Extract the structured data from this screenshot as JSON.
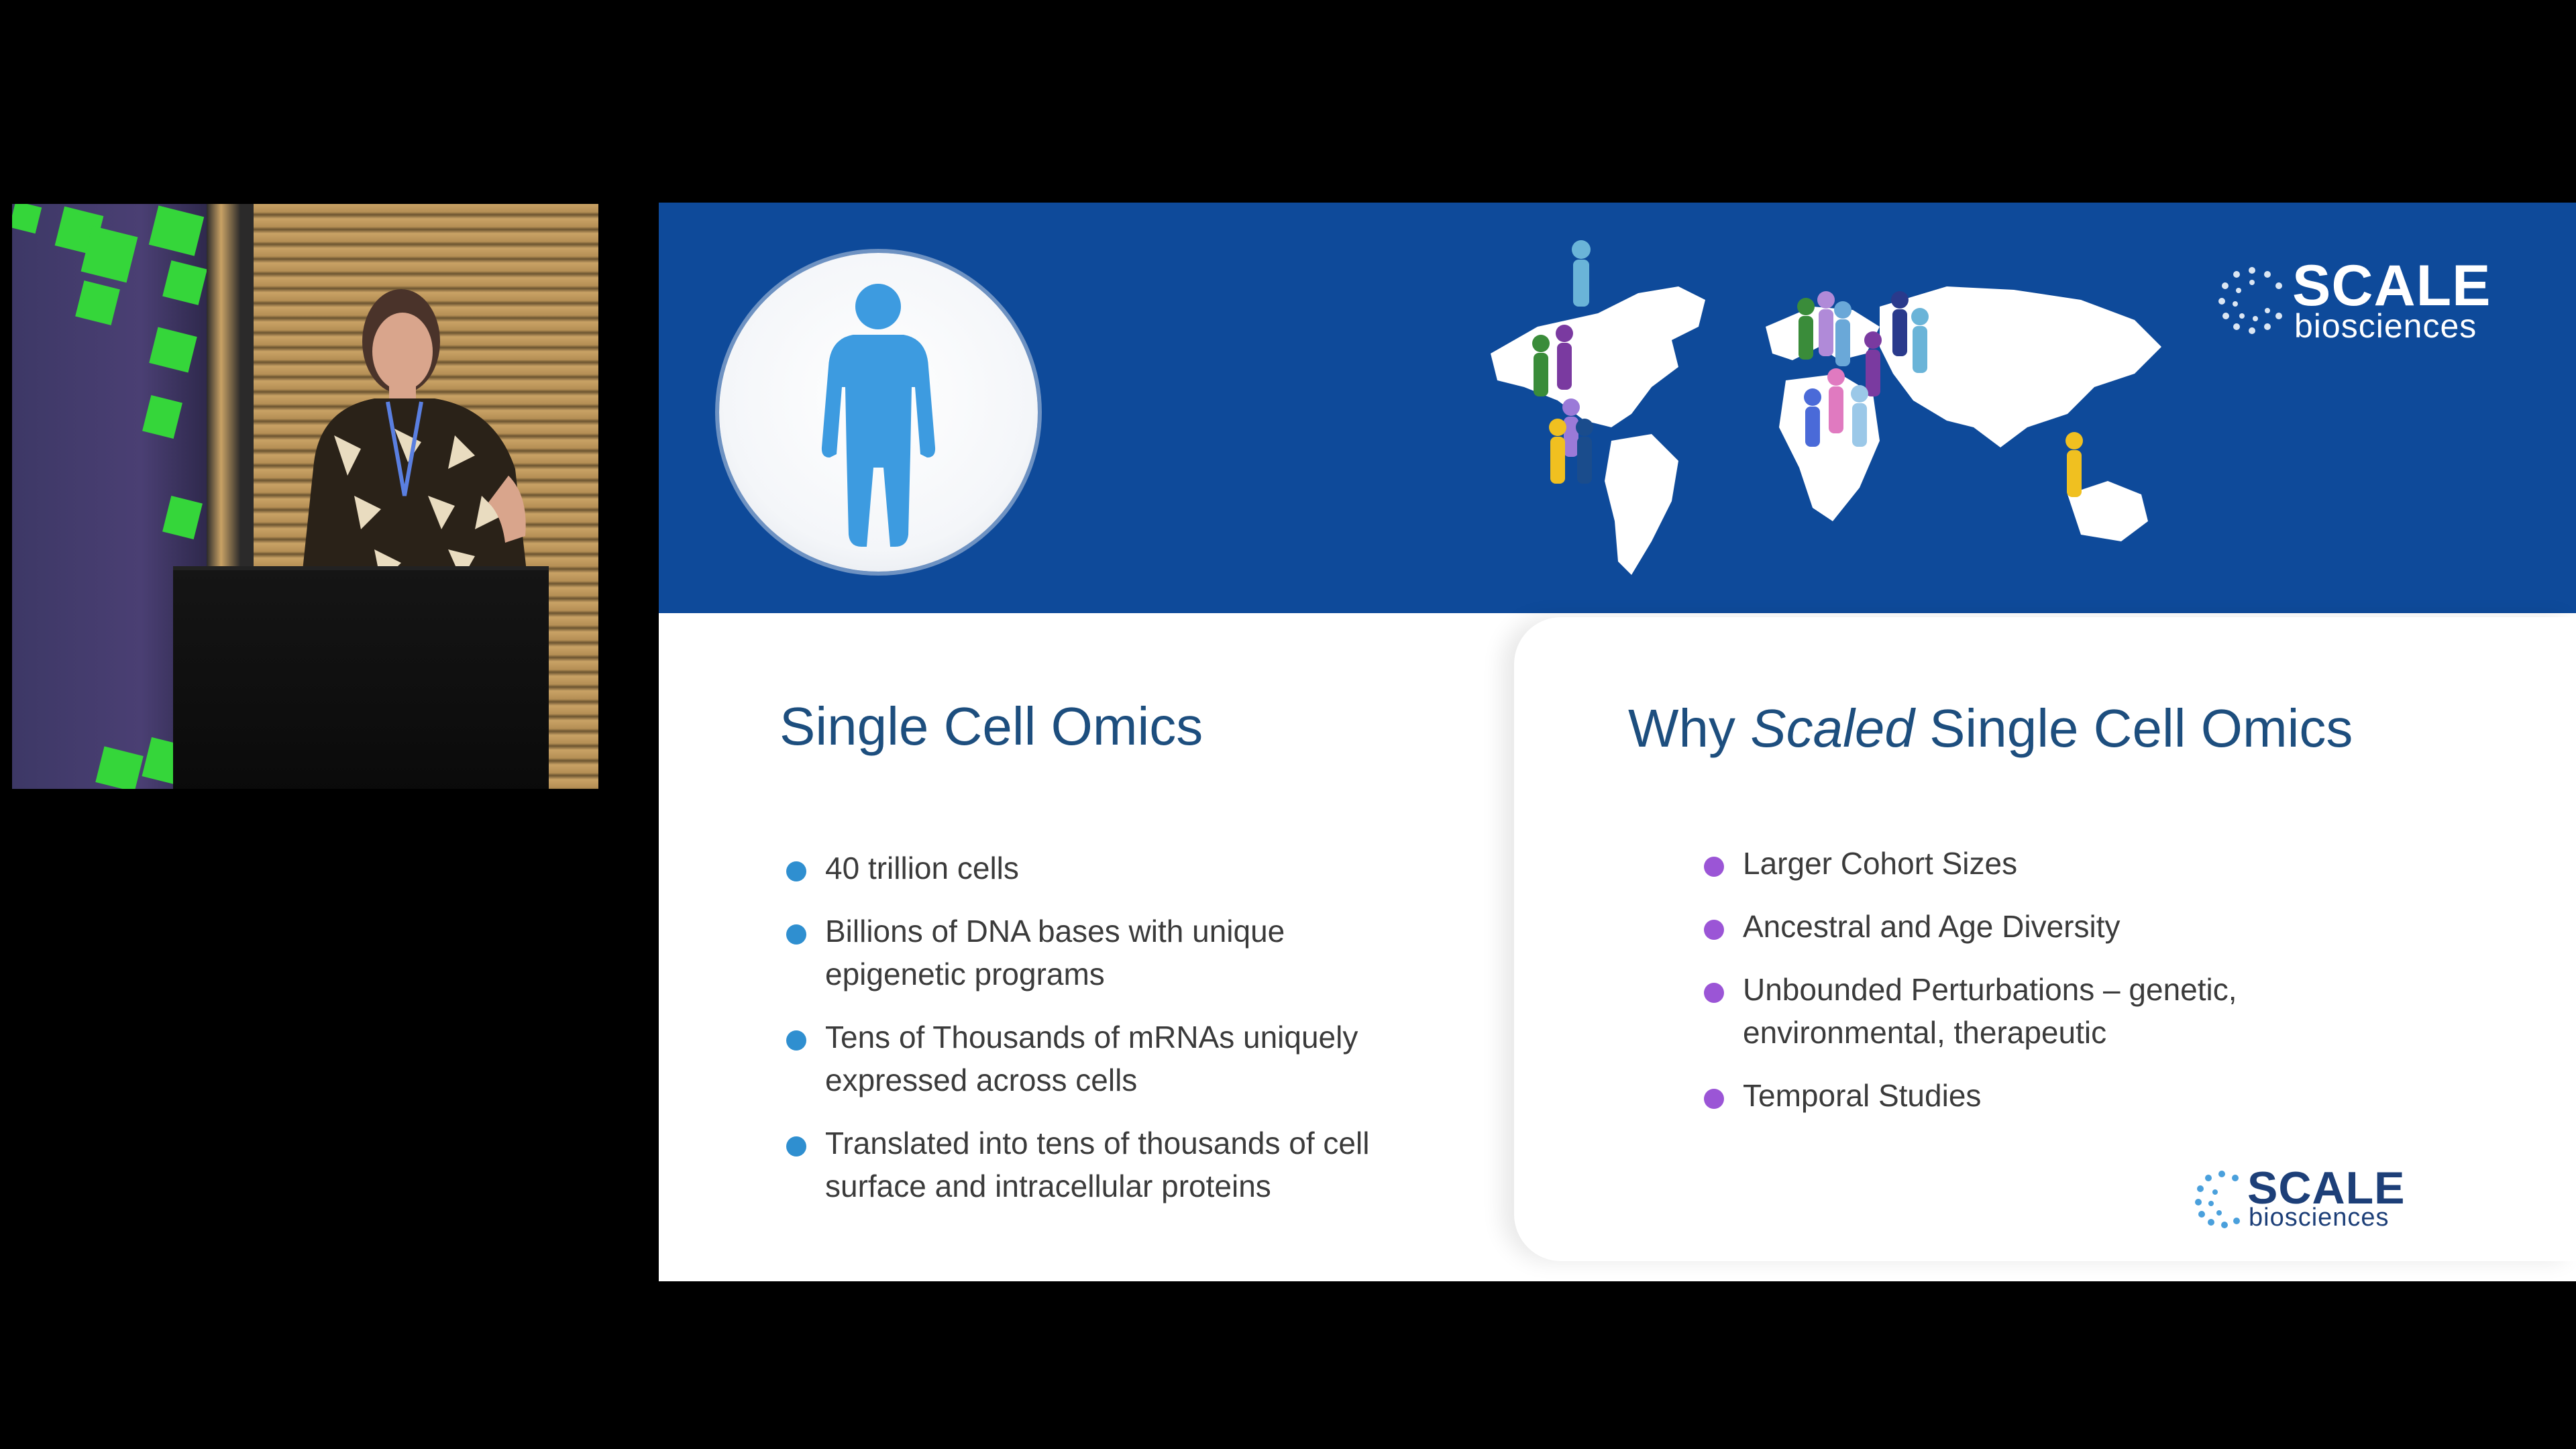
{
  "slide": {
    "brand": {
      "word1": "SCALE",
      "word2": "biosciences"
    },
    "left": {
      "heading": "Single Cell Omics",
      "bullets": [
        {
          "line1": "40 trillion cells",
          "line2": ""
        },
        {
          "line1": "Billions of DNA bases with unique",
          "line2": "epigenetic programs"
        },
        {
          "line1": "Tens of Thousands of mRNAs uniquely",
          "line2": "expressed across cells"
        },
        {
          "line1": "Translated into tens of thousands of cell",
          "line2": "surface and intracellular proteins"
        }
      ]
    },
    "right": {
      "heading_pre": "Why ",
      "heading_em": "Scaled",
      "heading_post": " Single Cell Omics",
      "bullets": [
        {
          "line1": "Larger Cohort Sizes",
          "line2": ""
        },
        {
          "line1": "Ancestral and Age Diversity",
          "line2": ""
        },
        {
          "line1": "Unbounded Perturbations – genetic,",
          "line2": "environmental, therapeutic"
        },
        {
          "line1": "Temporal Studies",
          "line2": ""
        }
      ]
    }
  },
  "colors": {
    "banner": "#0e4a9a",
    "heading": "#1d4e7e",
    "bullet_left": "#2f8fd0",
    "bullet_right": "#9b55d6",
    "body_silhouette": "#3d9be0"
  },
  "icons": [
    "human-body-icon",
    "world-map-people-icon",
    "scale-logo-icon"
  ]
}
